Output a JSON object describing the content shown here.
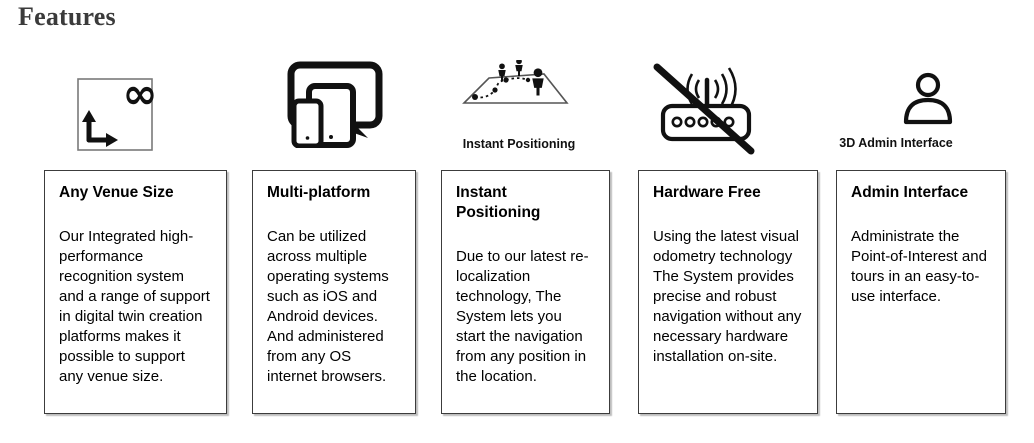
{
  "section": {
    "title": "Features"
  },
  "features": [
    {
      "id": "any-venue-size",
      "icon": "venue-size-icon",
      "icon_label": "",
      "title": "Any Venue Size",
      "description": "Our Integrated high- performance recognition system and a range of support in digital twin creation platforms makes it possible to support any venue size."
    },
    {
      "id": "multi-platform",
      "icon": "multi-device-icon",
      "icon_label": "",
      "title": "Multi-platform",
      "description": "Can be utilized across multiple operating systems such as iOS and Android devices. And administered from any OS internet browsers."
    },
    {
      "id": "instant-positioning",
      "icon": "map-people-path-icon",
      "icon_label": "Instant Positioning",
      "title": "Instant Positioning",
      "description": "Due to our latest re-localization technology, The System lets you start the navigation from any position in the location."
    },
    {
      "id": "hardware-free",
      "icon": "router-crossed-out-icon",
      "icon_label": "",
      "title": "Hardware Free",
      "description": "Using the latest visual odometry technology The System provides precise and robust navigation without any necessary hardware installation on-site."
    },
    {
      "id": "admin-interface",
      "icon": "person-icon",
      "icon_label": "3D Admin Interface",
      "title": "Admin Interface",
      "description": "Administrate the Point-of-Interest and tours in an easy-to-use interface."
    }
  ],
  "colors": {
    "heading": "#3b3b3b",
    "card_border": "#3c3c3c",
    "card_shadow": "#bdbdbd",
    "icon_ink": "#111111"
  }
}
